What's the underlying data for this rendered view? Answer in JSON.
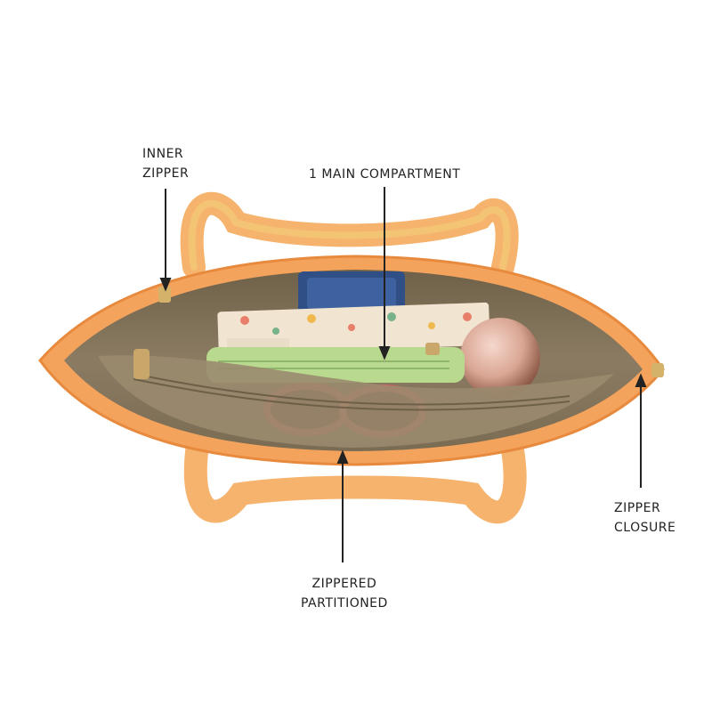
{
  "colors": {
    "background": "#ffffff",
    "bag_shell": "#f4a35c",
    "bag_edge": "#e88a3e",
    "handle": "#f6b36e",
    "handle_light": "#f3cf7a",
    "lining": "#8b7b63",
    "lining_dark": "#6e6048",
    "pocket_green": "#b9d98f",
    "notebook_cover": "#f1e4d0",
    "compact": "#d9a593",
    "sunglasses": "#d95a5a",
    "box_blue": "#2f4f86",
    "annotation": "#222222"
  },
  "labels": {
    "inner_zipper": [
      "INNER",
      "ZIPPER"
    ],
    "main_compartment": [
      "1 MAIN COMPARTMENT"
    ],
    "zipper_closure": [
      "ZIPPER",
      "CLOSURE"
    ],
    "zippered_partitioned": [
      "ZIPPERED",
      "PARTITIONED"
    ]
  }
}
